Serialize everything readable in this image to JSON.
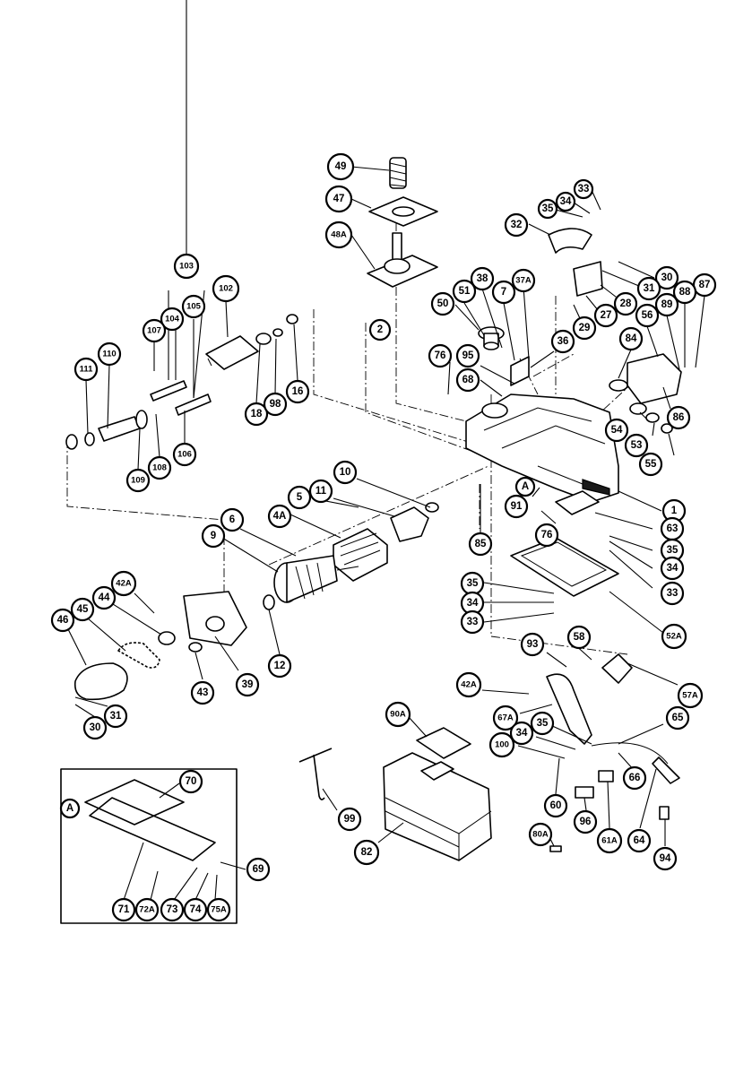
{
  "callouts": [
    "49",
    "47",
    "48A",
    "33",
    "34",
    "35",
    "32",
    "30",
    "31",
    "28",
    "27",
    "29",
    "87",
    "88",
    "89",
    "56",
    "84",
    "86",
    "54",
    "53",
    "55",
    "38",
    "37A",
    "51",
    "7",
    "50",
    "36",
    "95",
    "76",
    "68",
    "2",
    "102",
    "103",
    "104",
    "105",
    "107",
    "106",
    "18",
    "98",
    "16",
    "110",
    "111",
    "109",
    "108",
    "1",
    "63",
    "35",
    "34",
    "33",
    "91",
    "A",
    "76",
    "85",
    "52A",
    "35",
    "34",
    "33",
    "10",
    "11",
    "5",
    "4A",
    "6",
    "9",
    "12",
    "42A",
    "44",
    "45",
    "46",
    "39",
    "43",
    "31",
    "30",
    "93",
    "58",
    "57A",
    "42A",
    "67A",
    "35",
    "34",
    "100",
    "65",
    "66",
    "60",
    "96",
    "61A",
    "64",
    "94",
    "80A",
    "90A",
    "82",
    "99",
    "70",
    "A",
    "69",
    "71",
    "72A",
    "73",
    "74",
    "75A"
  ]
}
